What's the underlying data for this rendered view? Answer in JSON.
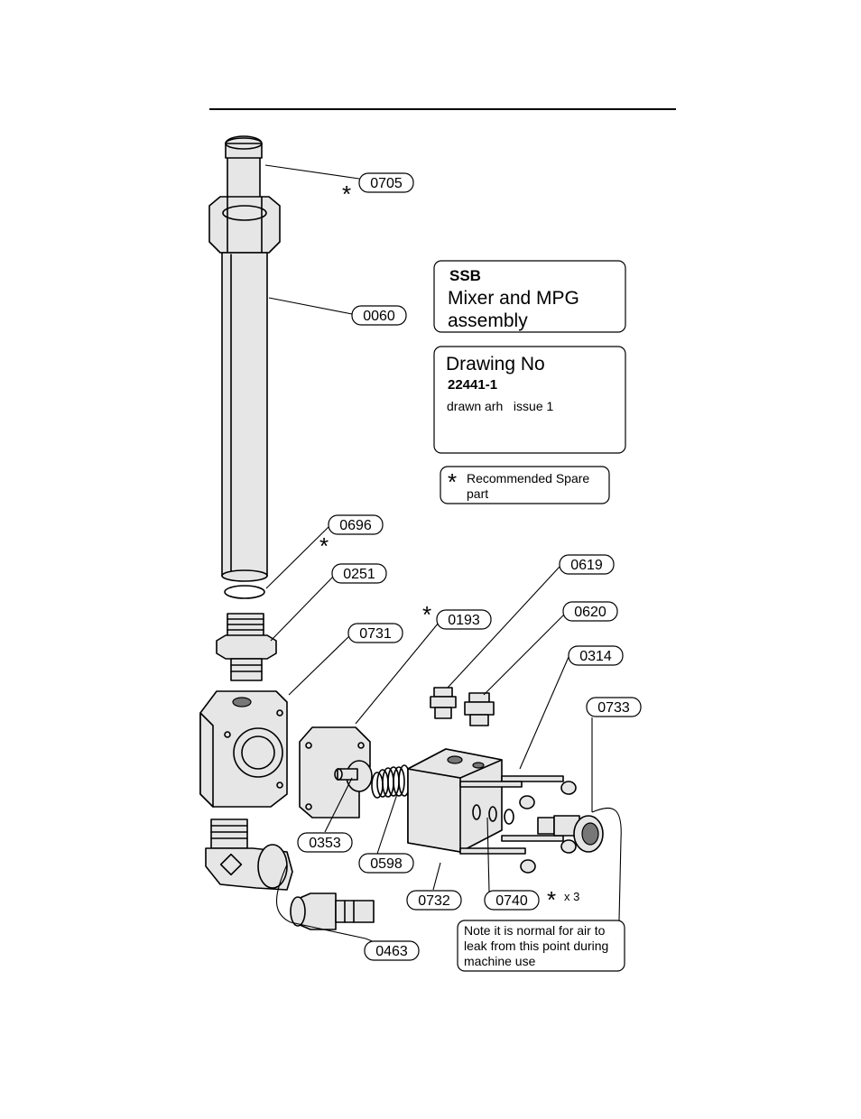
{
  "title_box": {
    "line1": "SSB",
    "line2": "Mixer and MPG",
    "line3": "assembly"
  },
  "drawing_box": {
    "label": "Drawing No",
    "number": "22441-1",
    "info": "drawn arh   issue 1"
  },
  "spare_legend": {
    "star": "*",
    "line1": "Recommended Spare",
    "line2": "part"
  },
  "note": {
    "line1": "Note it is normal for air to",
    "line2": "leak from this point during",
    "line3": "machine use"
  },
  "star": "*",
  "quantity_0740": "x 3",
  "callouts": {
    "p0705": "0705",
    "p0060": "0060",
    "p0696": "0696",
    "p0251": "0251",
    "p0731": "0731",
    "p0193": "0193",
    "p0619": "0619",
    "p0620": "0620",
    "p0314": "0314",
    "p0733": "0733",
    "p0353": "0353",
    "p0598": "0598",
    "p0732": "0732",
    "p0740": "0740",
    "p0463": "0463"
  }
}
